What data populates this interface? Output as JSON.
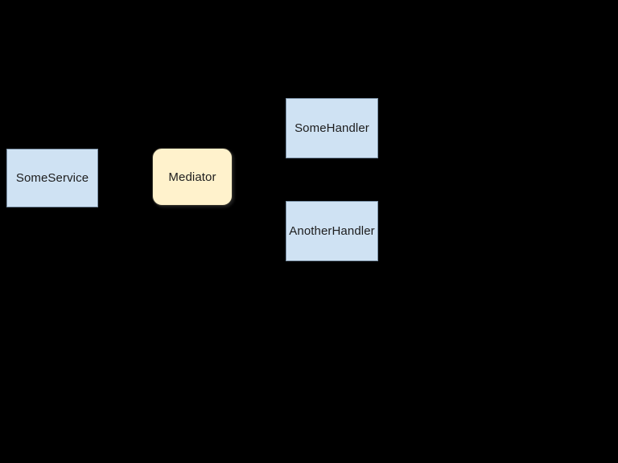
{
  "canvas": {
    "background_color": "#000000"
  },
  "diagram": {
    "type": "mediator-pattern-diagram",
    "nodes": [
      {
        "id": "some-service",
        "label": "SomeService",
        "shape": "rectangle",
        "fill_color": "#cfe2f3",
        "border_color": "#7d93a8"
      },
      {
        "id": "mediator",
        "label": "Mediator",
        "shape": "rounded-rectangle",
        "fill_color": "#fff2cc",
        "border_color": "#35332a"
      },
      {
        "id": "some-handler",
        "label": "SomeHandler",
        "shape": "rectangle",
        "fill_color": "#cfe2f3",
        "border_color": "#7d93a8"
      },
      {
        "id": "another-handler",
        "label": "AnotherHandler",
        "shape": "rectangle",
        "fill_color": "#cfe2f3",
        "border_color": "#7d93a8"
      }
    ]
  }
}
